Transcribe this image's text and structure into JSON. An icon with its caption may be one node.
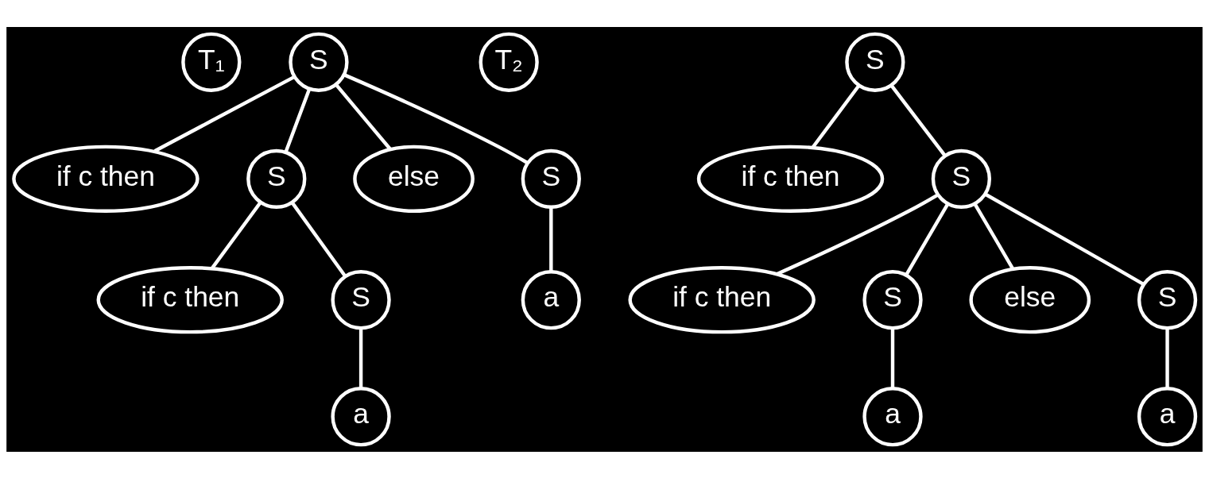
{
  "diagram": {
    "nodes": [
      {
        "text": [
          "T₁"
        ]
      },
      {
        "text": [
          "S"
        ]
      },
      {
        "text": [
          "if c then"
        ]
      },
      {
        "text": [
          "S"
        ]
      },
      {
        "text": [
          "else"
        ]
      },
      {
        "text": [
          "S"
        ]
      },
      {
        "text": [
          "a"
        ]
      },
      {
        "text": [
          "if c then"
        ]
      },
      {
        "text": [
          "S"
        ]
      },
      {
        "text": [
          "a"
        ]
      },
      {
        "text": [
          "T₂"
        ]
      },
      {
        "text": [
          "S"
        ]
      },
      {
        "text": [
          "if c then"
        ]
      },
      {
        "text": [
          "S"
        ]
      },
      {
        "text": [
          "if c then"
        ]
      },
      {
        "text": [
          "S"
        ]
      },
      {
        "text": [
          "else"
        ]
      },
      {
        "text": [
          "S"
        ]
      },
      {
        "text": [
          "a"
        ]
      },
      {
        "text": [
          "a"
        ]
      }
    ],
    "edges": [
      {
        "from": 1,
        "to": 2,
        "arrow": "none"
      },
      {
        "from": 1,
        "to": 3,
        "arrow": "none"
      },
      {
        "from": 1,
        "to": 4,
        "arrow": "none"
      },
      {
        "from": 1,
        "to": 5,
        "arrow": "none"
      },
      {
        "from": 5,
        "to": 6,
        "arrow": "none"
      },
      {
        "from": 3,
        "to": 7,
        "arrow": "none"
      },
      {
        "from": 3,
        "to": 8,
        "arrow": "none"
      },
      {
        "from": 8,
        "to": 9,
        "arrow": "none"
      },
      {
        "from": 11,
        "to": 12,
        "arrow": "none"
      },
      {
        "from": 11,
        "to": 13,
        "arrow": "none"
      },
      {
        "from": 13,
        "to": 14,
        "arrow": "none"
      },
      {
        "from": 13,
        "to": 15,
        "arrow": "none"
      },
      {
        "from": 13,
        "to": 16,
        "arrow": "none"
      },
      {
        "from": 13,
        "to": 17,
        "arrow": "none"
      },
      {
        "from": 15,
        "to": 18,
        "arrow": "none"
      },
      {
        "from": 17,
        "to": 19,
        "arrow": "none"
      }
    ]
  }
}
